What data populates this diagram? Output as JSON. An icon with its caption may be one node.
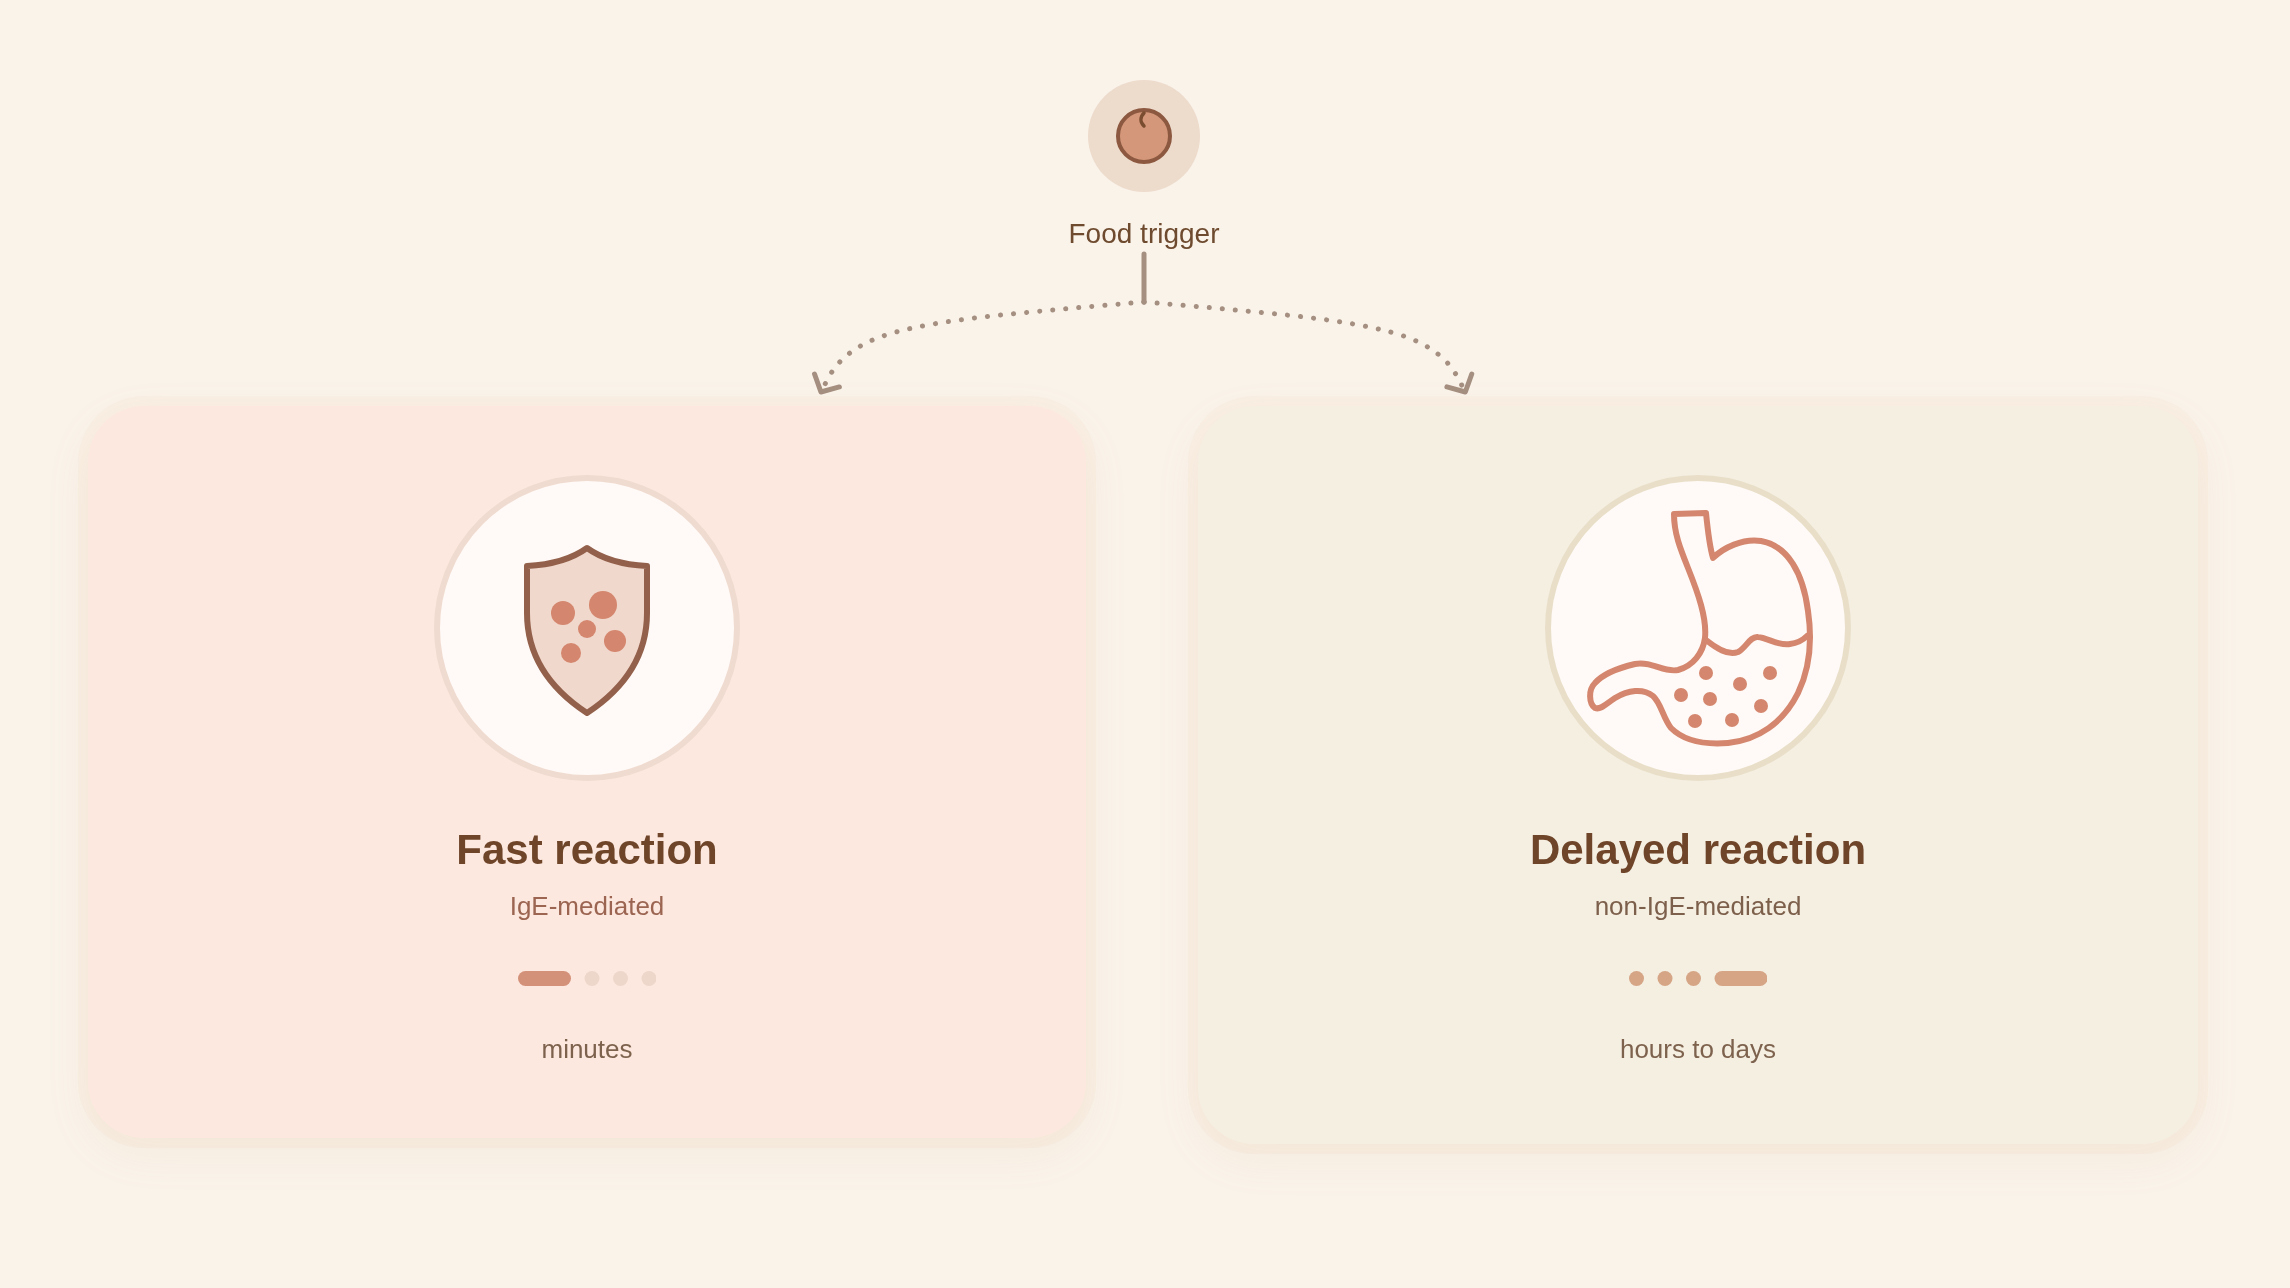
{
  "diagram": {
    "nodes": [
      {
        "text": [
          "Food trigger"
        ]
      },
      {
        "text": [
          "Fast reaction",
          "IgE-mediated",
          "minutes"
        ]
      },
      {
        "text": [
          "Delayed reaction",
          "non-IgE-mediated",
          "hours to days"
        ]
      }
    ],
    "edges": [
      {
        "from": 0,
        "to": 1,
        "arrow": "to",
        "style": "dashed"
      },
      {
        "from": 0,
        "to": 2,
        "arrow": "to",
        "style": "dashed"
      }
    ]
  }
}
